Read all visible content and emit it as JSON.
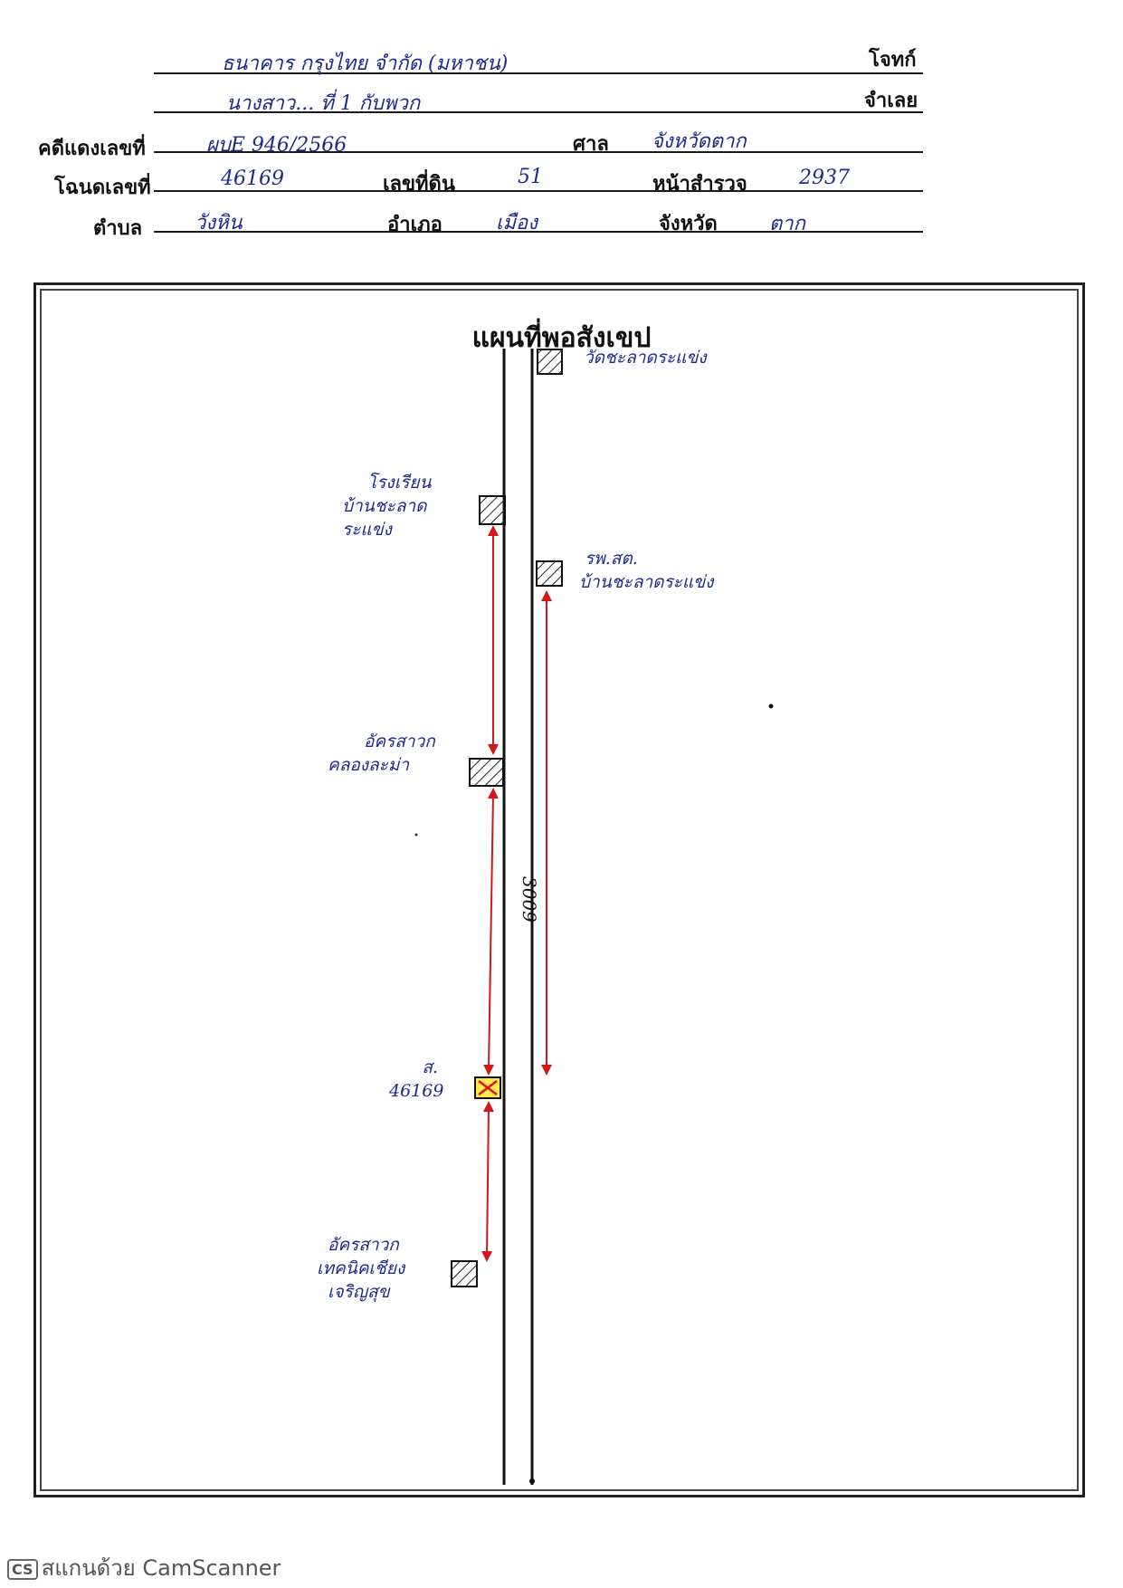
{
  "header": {
    "plaintiff_label": "โจทก์",
    "plaintiff_value": "ธนาคาร กรุงไทย จำกัด (มหาชน)",
    "defendant_label": "จำเลย",
    "defendant_value": "นางสาว... ที่ 1 กับพวก",
    "case_no_label": "คดีแดงเลขที่",
    "case_no_value": "ผบE 946/2566",
    "court_label": "ศาล",
    "court_value": "จังหวัดตาก",
    "deed_no_label": "โฉนดเลขที่",
    "deed_no_value": "46169",
    "land_no_label": "เลขที่ดิน",
    "land_no_value": "51",
    "survey_page_label": "หน้าสำรวจ",
    "survey_page_value": "2937",
    "subdistrict_label": "ตำบล",
    "subdistrict_value": "วังหิน",
    "district_label": "อำเภอ",
    "district_value": "เมือง",
    "province_label": "จังหวัด",
    "province_value": "ตาก"
  },
  "map": {
    "title": "แผนที่พอสังเขป",
    "road_label": "3009",
    "landmarks": [
      {
        "id": "temple",
        "lines": [
          "วัดชะลาดระแข่ง"
        ]
      },
      {
        "id": "school",
        "lines": [
          "โรงเรียน",
          "บ้านชะลาด",
          "ระแข่ง"
        ]
      },
      {
        "id": "health",
        "lines": [
          "รพ.สต.",
          "บ้านชะลาดระแข่ง"
        ]
      },
      {
        "id": "church1",
        "lines": [
          "อัครสาวก",
          "คลองละม่า"
        ]
      },
      {
        "id": "target",
        "lines": [
          "ส.",
          "46169"
        ]
      },
      {
        "id": "church2",
        "lines": [
          "อัครสาวก",
          "เทคนิคเชียง",
          "เจริญสุข"
        ]
      }
    ]
  },
  "footer": {
    "cs_badge": "CS",
    "text": "สแกนด้วย CamScanner"
  }
}
